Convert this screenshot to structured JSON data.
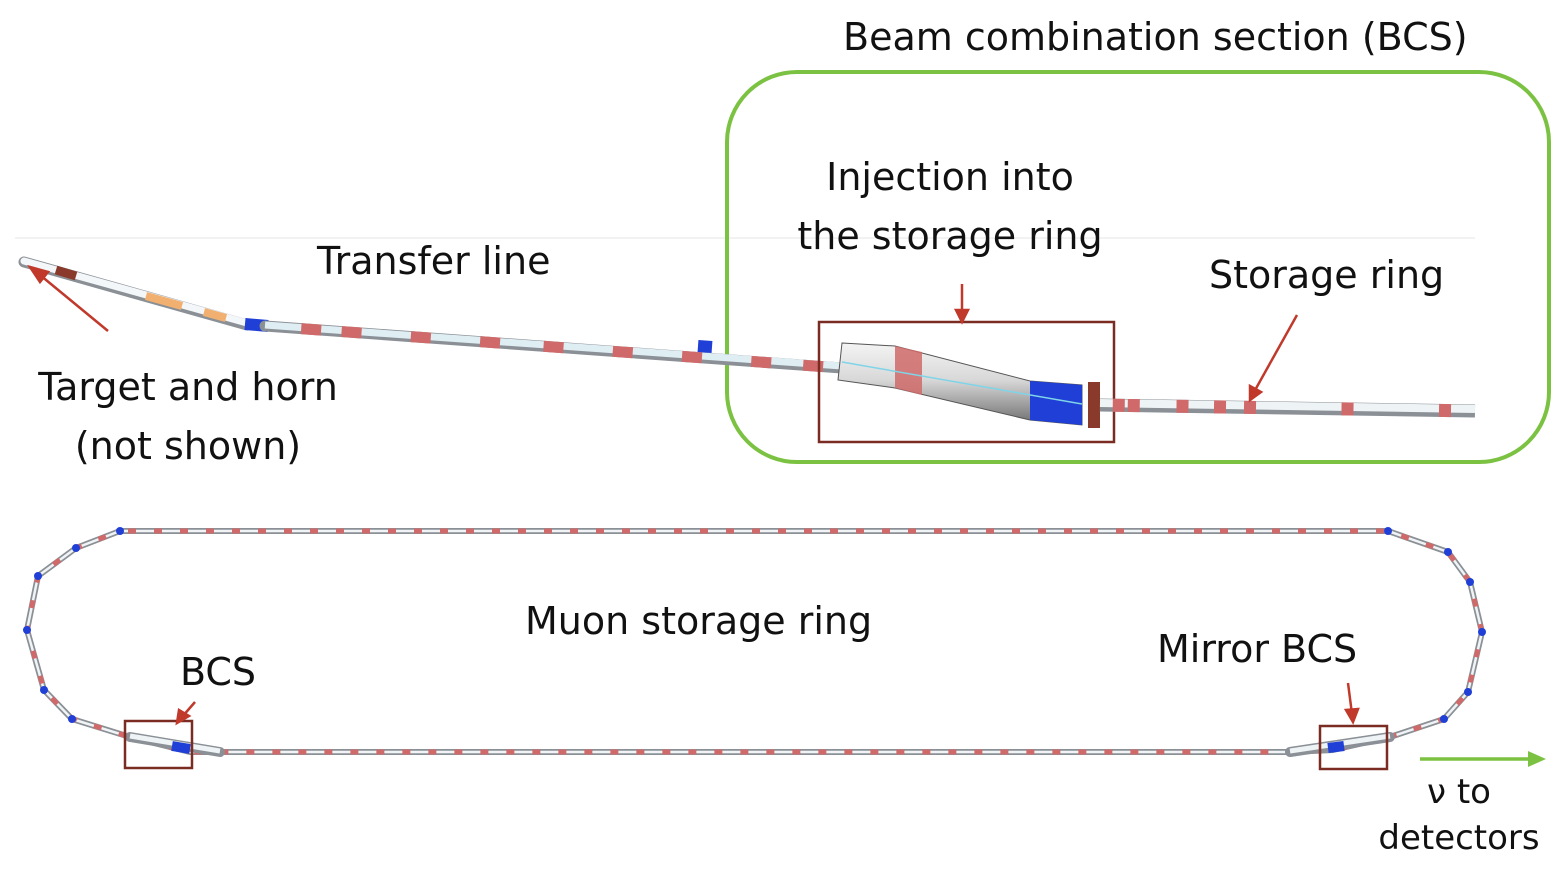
{
  "labels": {
    "bcs_title": "Beam combination section (BCS)",
    "injection_line1": "Injection into",
    "injection_line2": "the storage ring",
    "transfer_line": "Transfer line",
    "storage_ring": "Storage ring",
    "target_line1": "Target and horn",
    "target_line2": "(not shown)",
    "muon_ring": "Muon storage ring",
    "bcs_small": "BCS",
    "mirror_bcs": "Mirror BCS",
    "nu_line1": "ν to",
    "nu_line2": "detectors"
  },
  "colors": {
    "bcs_frame": "#7cc242",
    "highlight_box": "#7a2b22",
    "arrow": "#c0392b",
    "magnet_red": "#d06a6a",
    "magnet_blue": "#1f3fd6",
    "magnet_orange": "#f2b070",
    "pipe_fill": "#dfe9ee",
    "nu_arrow": "#7cc242"
  }
}
